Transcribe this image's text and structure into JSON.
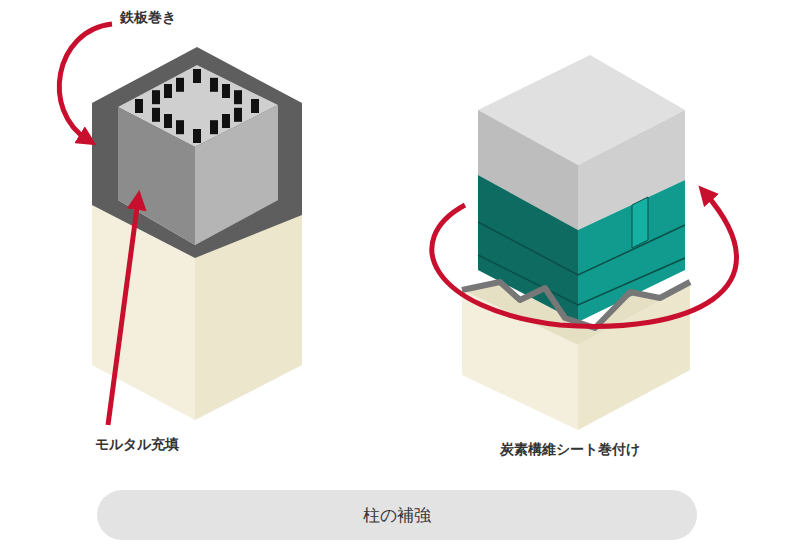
{
  "diagram": {
    "nodes": [
      {
        "text": [
          "柱の補強"
        ]
      }
    ],
    "labels": [
      "鉄板巻き",
      "モルタル充填",
      "炭素構維シート巻付け"
    ]
  }
}
